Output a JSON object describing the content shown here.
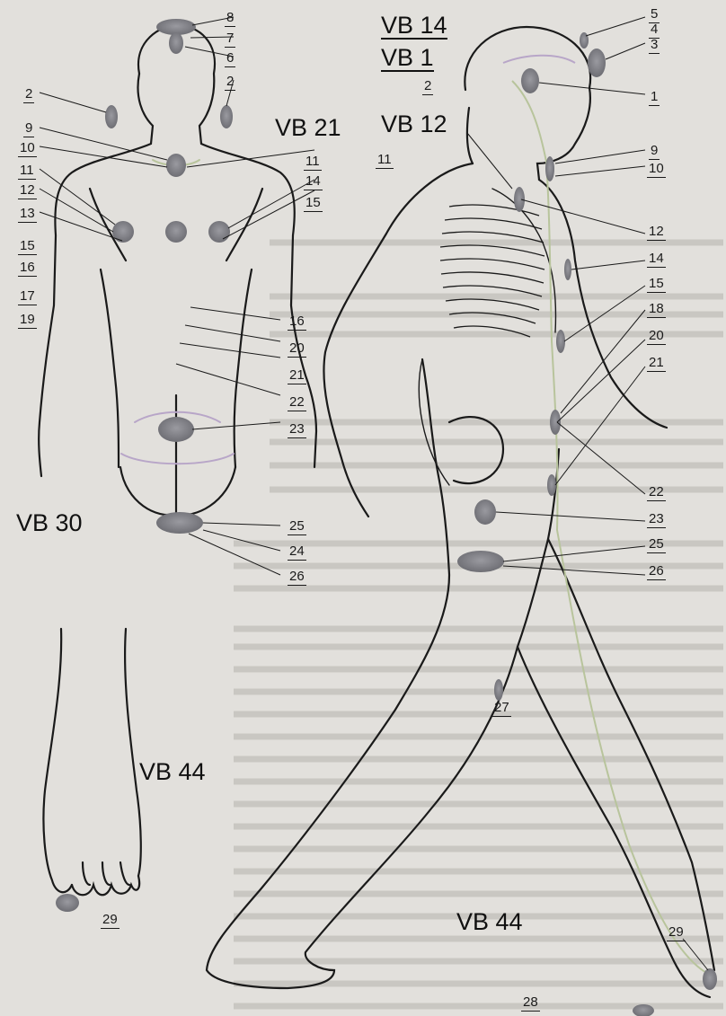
{
  "colors": {
    "paper": "#e2e0dc",
    "ink": "#1a1a1a",
    "point": "#7d7d82",
    "meridian_green": "#b8c49c",
    "meridian_violet": "#b8a6c8"
  },
  "back_view": {
    "labels_right": [
      "8",
      "7",
      "6",
      "2",
      "11",
      "14",
      "15",
      "16",
      "20",
      "21",
      "22",
      "23",
      "25",
      "24",
      "26"
    ],
    "labels_left": [
      "2",
      "9",
      "10",
      "11",
      "12",
      "13",
      "15",
      "16",
      "17",
      "19"
    ],
    "meridian_labels": [
      "VB 21",
      "VB 30"
    ]
  },
  "side_view": {
    "labels": [
      "5",
      "4",
      "3",
      "2",
      "1",
      "9",
      "10",
      "11",
      "12",
      "14",
      "15",
      "18",
      "20",
      "21",
      "22",
      "23",
      "25",
      "26",
      "27",
      "28",
      "29"
    ],
    "meridian_labels": [
      "VB 14",
      "VB 1",
      "VB 12",
      "VB 44"
    ]
  },
  "foot_view": {
    "labels": [
      "29"
    ],
    "meridian_labels": [
      "VB 44"
    ]
  }
}
